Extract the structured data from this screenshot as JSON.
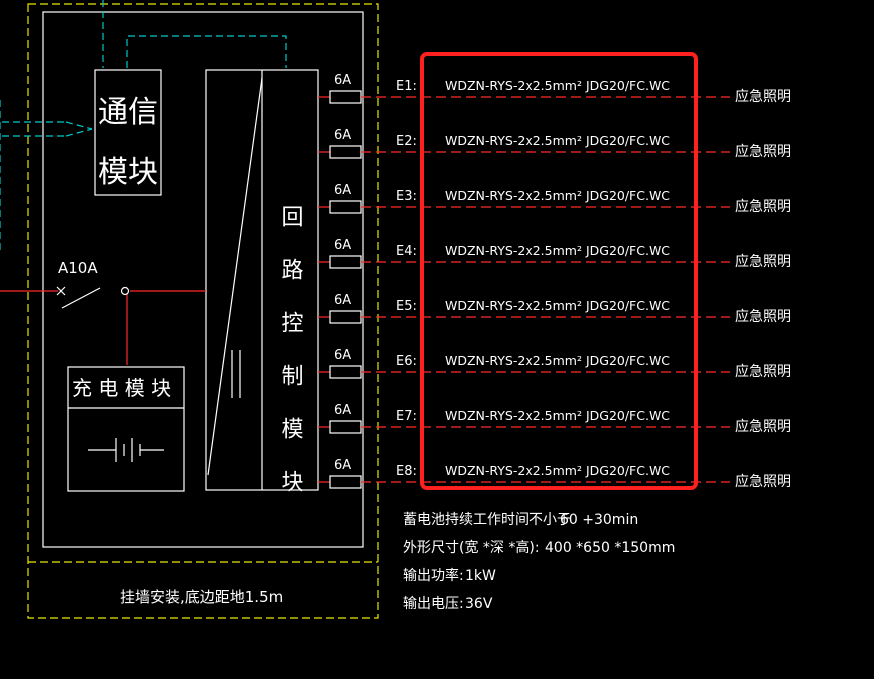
{
  "colors": {
    "frame": "#e6e600",
    "comm": "#00c8c8",
    "wire": "#ff2a2a",
    "line": "#ffffff",
    "highlight": "#ff2020"
  },
  "comm_module": {
    "line1": "通信",
    "line2": "模块"
  },
  "breaker_label": "A10A",
  "charge_module": {
    "label": "充 电 模 块"
  },
  "loop_module": {
    "label": "回 路 控 制 模 块"
  },
  "bottom_note": "挂墙安装,底边距地1.5m",
  "circuits": [
    {
      "id": "E1:",
      "fuse": "6A",
      "cable": "WDZN-RYS-2x2.5mm² JDG20/FC.WC",
      "load": "应急照明"
    },
    {
      "id": "E2:",
      "fuse": "6A",
      "cable": "WDZN-RYS-2x2.5mm² JDG20/FC.WC",
      "load": "应急照明"
    },
    {
      "id": "E3:",
      "fuse": "6A",
      "cable": "WDZN-RYS-2x2.5mm² JDG20/FC.WC",
      "load": "应急照明"
    },
    {
      "id": "E4:",
      "fuse": "6A",
      "cable": "WDZN-RYS-2x2.5mm² JDG20/FC.WC",
      "load": "应急照明"
    },
    {
      "id": "E5:",
      "fuse": "6A",
      "cable": "WDZN-RYS-2x2.5mm² JDG20/FC.WC",
      "load": "应急照明"
    },
    {
      "id": "E6:",
      "fuse": "6A",
      "cable": "WDZN-RYS-2x2.5mm² JDG20/FC.WC",
      "load": "应急照明"
    },
    {
      "id": "E7:",
      "fuse": "6A",
      "cable": "WDZN-RYS-2x2.5mm² JDG20/FC.WC",
      "load": "应急照明"
    },
    {
      "id": "E8:",
      "fuse": "6A",
      "cable": "WDZN-RYS-2x2.5mm² JDG20/FC.WC",
      "load": "应急照明"
    }
  ],
  "specs": [
    {
      "label": "蓄电池持续工作时间不小于",
      "value": "60 +30min"
    },
    {
      "label": "外形尺寸(宽 *深 *高):",
      "value": "400 *650 *150mm"
    },
    {
      "label": "输出功率:",
      "value": "1kW"
    },
    {
      "label": "输出电压:",
      "value": "36V"
    }
  ]
}
